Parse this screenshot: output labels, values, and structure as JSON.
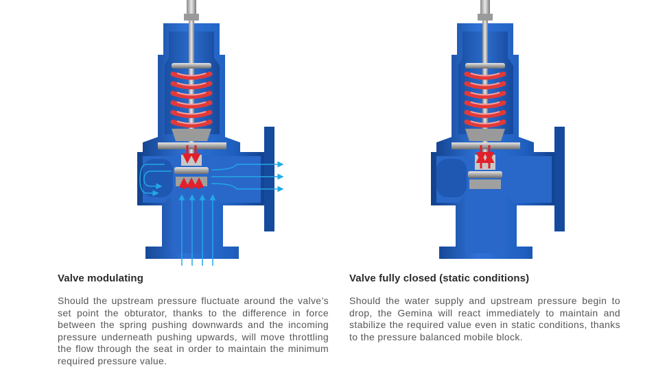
{
  "sections": [
    {
      "title": "Valve modulating",
      "body": "Should the upstream pressure fluctuate around the valve’s set point the obturator, thanks to the difference in force between the spring pushing downwards and the incoming pressure underneath pushing upwards, will move throttling the flow through the seat in order to maintain the minimum required pressure value.",
      "state": "modulating"
    },
    {
      "title": "Valve fully closed (static conditions)",
      "body": "Should the water supply and upstream pressure begin to drop, the Gemina will react immediately to maintain and stabilize the required value even in static conditions, thanks to the pressure balanced mobile block.",
      "state": "closed"
    }
  ],
  "colors": {
    "body_blue": "#1f5fbf",
    "body_dark": "#12408a",
    "body_light": "#4f8fe6",
    "spring_red": "#e03a3a",
    "spring_light": "#f28a8a",
    "metal": "#b5b5b5",
    "metal_dark": "#7a7a7a",
    "flow_arrow": "#22a8e8",
    "force_arrow": "#e0202a"
  },
  "icons": [
    "valve-cutaway-icon",
    "spring-icon",
    "flow-arrow-icon",
    "force-arrow-icon"
  ]
}
